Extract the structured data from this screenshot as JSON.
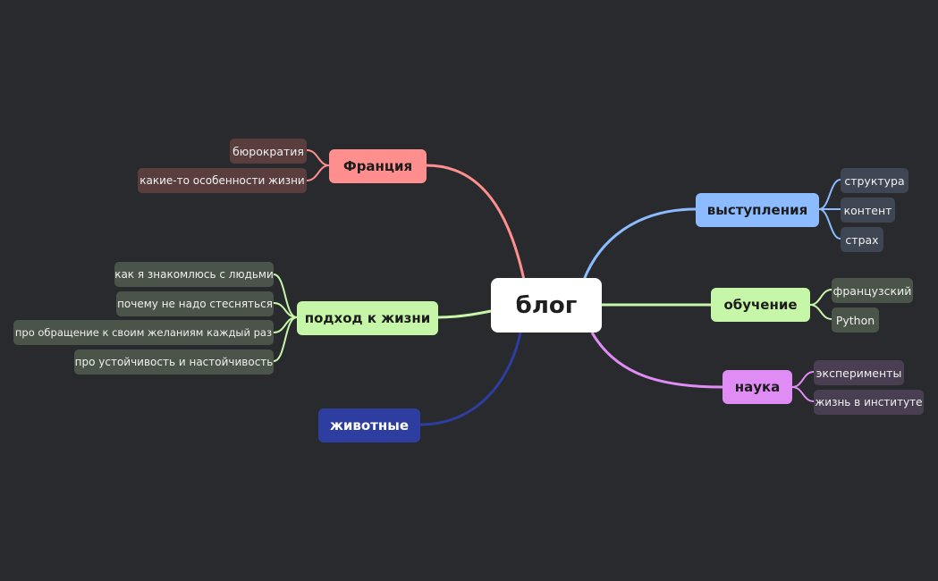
{
  "root": {
    "label": "блог"
  },
  "colors": {
    "background": "#292a2d",
    "france": "#ff8f8f",
    "life": "#c6f7a8",
    "animals": "#2d3ea0",
    "talks": "#8cbcff",
    "study": "#c6f7a8",
    "science": "#e08cf5"
  },
  "branches": {
    "france": {
      "label": "Франция",
      "children": [
        "бюрократия",
        "какие-то особенности жизни"
      ]
    },
    "life": {
      "label": "подход к жизни",
      "children": [
        "как я знакомлюсь с людьми",
        "почему не надо стесняться",
        "про обращение к своим желаниям каждый раз",
        "про устойчивость и настойчивость"
      ]
    },
    "animals": {
      "label": "животные",
      "children": []
    },
    "talks": {
      "label": "выступления",
      "children": [
        "структура",
        "контент",
        "страх"
      ]
    },
    "study": {
      "label": "обучение",
      "children": [
        "французский",
        "Python"
      ]
    },
    "science": {
      "label": "наука",
      "children": [
        "эксперименты",
        "жизнь в институте"
      ]
    }
  }
}
